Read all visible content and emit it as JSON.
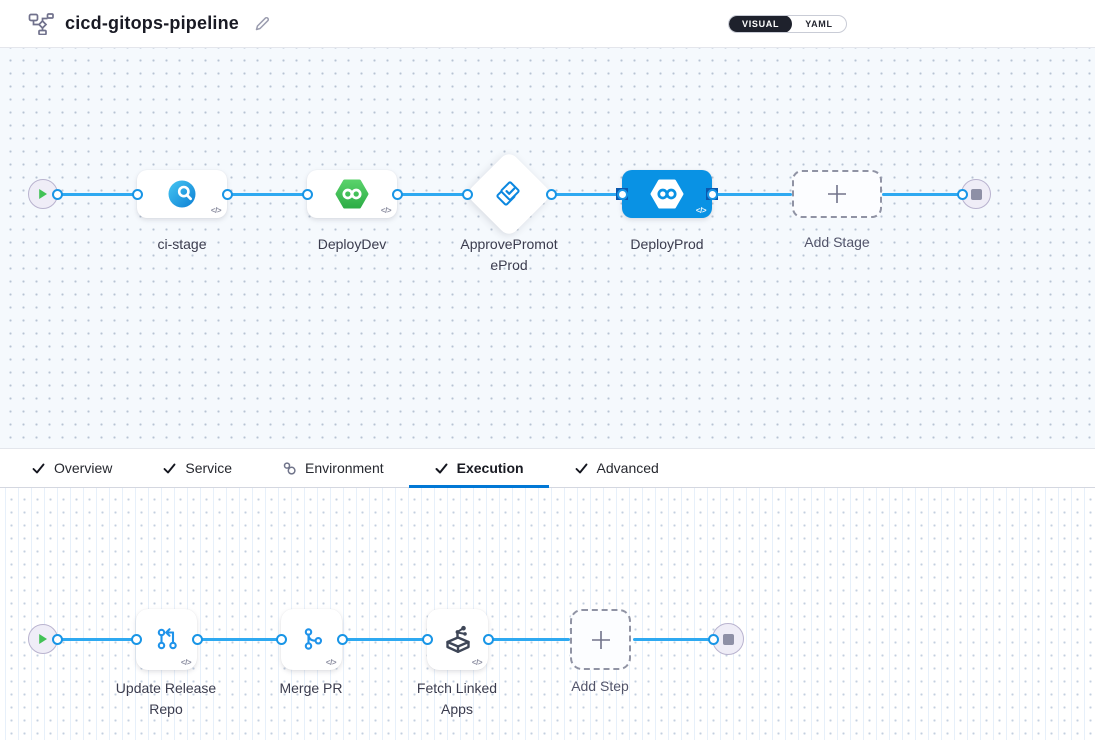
{
  "header": {
    "title": "cicd-gitops-pipeline",
    "view_toggle": {
      "selected": "VISUAL",
      "options": [
        {
          "label": "VISUAL"
        },
        {
          "label": "YAML"
        }
      ]
    }
  },
  "stage_pipeline": {
    "stages": [
      {
        "label": "ci-stage",
        "icon": "ci-build-icon",
        "type": "stage"
      },
      {
        "label": "DeployDev",
        "icon": "cd-hexagon-icon",
        "type": "stage"
      },
      {
        "label": "ApprovePromoteProd",
        "icon": "approval-diamond-icon",
        "type": "approval"
      },
      {
        "label": "DeployProd",
        "icon": "cd-hexagon-icon",
        "type": "stage",
        "selected": true
      },
      {
        "label": "Add Stage",
        "icon": "plus-icon",
        "type": "add"
      }
    ],
    "code_chip": "</>"
  },
  "tabs": [
    {
      "label": "Overview",
      "icon": "check-icon"
    },
    {
      "label": "Service",
      "icon": "check-icon"
    },
    {
      "label": "Environment",
      "icon": "environment-icon"
    },
    {
      "label": "Execution",
      "icon": "check-icon",
      "active": true
    },
    {
      "label": "Advanced",
      "icon": "check-icon"
    }
  ],
  "execution": {
    "steps": [
      {
        "label": "Update Release Repo",
        "icon": "git-pull-request-icon"
      },
      {
        "label": "Merge PR",
        "icon": "git-merge-icon"
      },
      {
        "label": "Fetch Linked Apps",
        "icon": "fetch-linked-apps-icon"
      },
      {
        "label": "Add Step",
        "icon": "plus-icon",
        "type": "add"
      }
    ],
    "code_chip": "</>"
  },
  "colors": {
    "connector_blue": "#2ea9f1",
    "port_blue": "#1895e6",
    "selected_stage_blue": "#0992e4",
    "tab_underline_blue": "#0278d5",
    "success_green": "#42c256",
    "toggle_dark": "#1e212c"
  }
}
